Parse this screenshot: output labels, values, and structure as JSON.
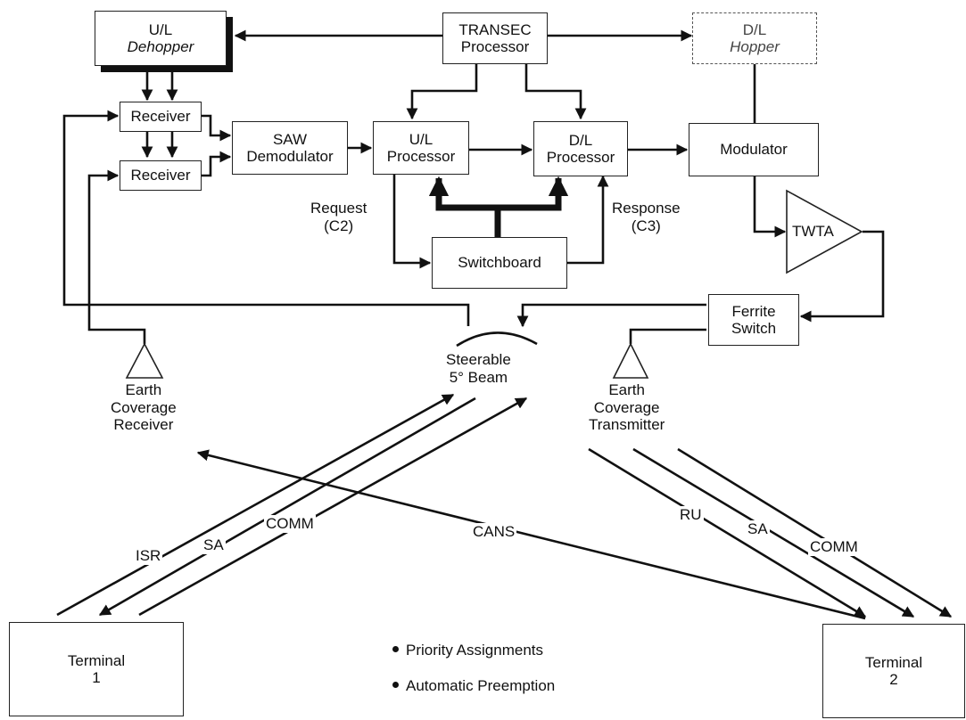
{
  "blocks": {
    "ul_dehopper": {
      "line1": "U/L",
      "line2": "Dehopper"
    },
    "transec": {
      "line1": "TRANSEC",
      "line2": "Processor"
    },
    "dl_hopper": {
      "line1": "D/L",
      "line2": "Hopper"
    },
    "receiver_top": "Receiver",
    "receiver_bottom": "Receiver",
    "saw": {
      "line1": "SAW",
      "line2": "Demodulator"
    },
    "ul_processor": {
      "line1": "U/L",
      "line2": "Processor"
    },
    "dl_processor": {
      "line1": "D/L",
      "line2": "Processor"
    },
    "modulator": "Modulator",
    "switchboard": "Switchboard",
    "twta": "TWTA",
    "ferrite": {
      "line1": "Ferrite",
      "line2": "Switch"
    },
    "terminal1": {
      "line1": "Terminal",
      "line2": "1"
    },
    "terminal2": {
      "line1": "Terminal",
      "line2": "2"
    }
  },
  "labels": {
    "request": {
      "line1": "Request",
      "line2": "(C2)"
    },
    "response": {
      "line1": "Response",
      "line2": "(C3)"
    },
    "beam": {
      "line1": "Steerable",
      "line2": "5° Beam"
    },
    "ec_receiver": {
      "line1": "Earth",
      "line2": "Coverage",
      "line3": "Receiver"
    },
    "ec_transmitter": {
      "line1": "Earth",
      "line2": "Coverage",
      "line3": "Transmitter"
    }
  },
  "links": {
    "isr": "ISR",
    "sa_left": "SA",
    "comm_left": "COMM",
    "cans": "CANS",
    "ru": "RU",
    "sa_right": "SA",
    "comm_right": "COMM"
  },
  "notes": [
    "Priority Assignments",
    "Automatic Preemption"
  ]
}
